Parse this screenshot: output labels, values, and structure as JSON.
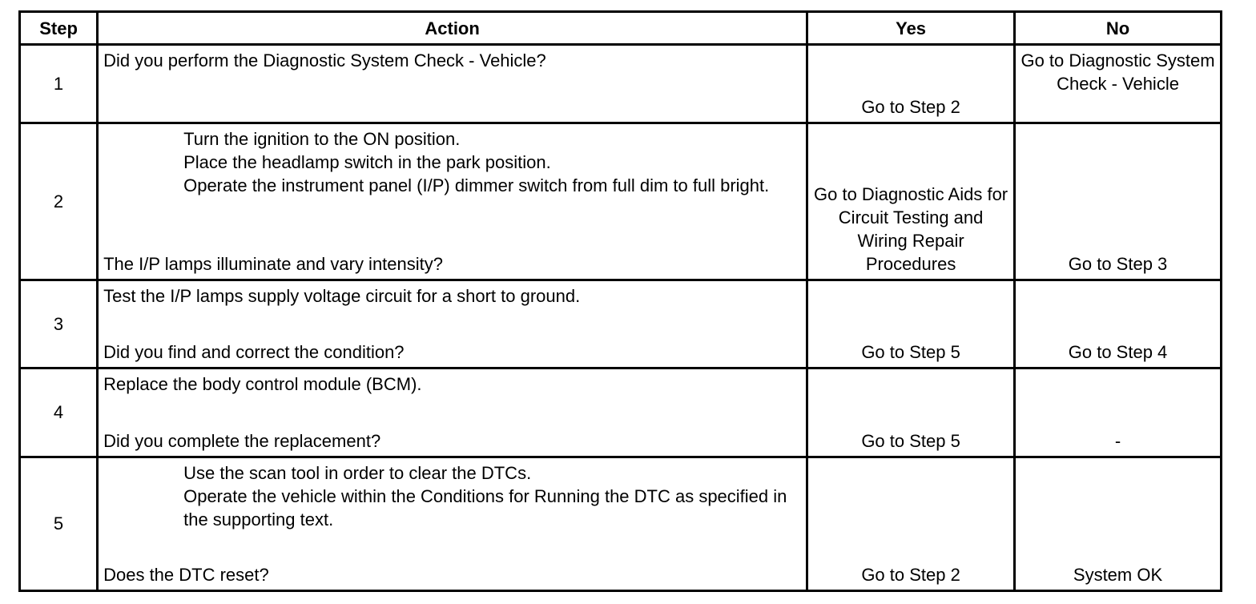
{
  "headers": {
    "step": "Step",
    "action": "Action",
    "yes": "Yes",
    "no": "No"
  },
  "rows": [
    {
      "step": "1",
      "intro": "Did you perform the Diagnostic System Check - Vehicle?",
      "yes": "Go to Step 2",
      "no": "Go to Diagnostic System Check - Vehicle"
    },
    {
      "step": "2",
      "substeps": [
        "Turn the ignition to the ON position.",
        "Place the headlamp switch in the park position.",
        "Operate the instrument panel (I/P) dimmer switch from full dim to full bright."
      ],
      "question": "The I/P lamps illuminate and vary intensity?",
      "yes": "Go to Diagnostic Aids for Circuit Testing and Wiring Repair Procedures",
      "no": "Go to Step 3"
    },
    {
      "step": "3",
      "intro": "Test the I/P lamps supply voltage circuit for a short to ground.",
      "question": "Did you find and correct the condition?",
      "yes": "Go to Step 5",
      "no": "Go to Step 4"
    },
    {
      "step": "4",
      "intro": "Replace the body control module (BCM).",
      "question": "Did you complete the replacement?",
      "yes": "Go to Step 5",
      "no": "-"
    },
    {
      "step": "5",
      "substeps": [
        "Use the scan tool in order to clear the DTCs.",
        "Operate the vehicle within the Conditions for Running the DTC as specified in the supporting text."
      ],
      "question": "Does the DTC reset?",
      "yes": "Go to Step 2",
      "no": "System OK"
    }
  ]
}
